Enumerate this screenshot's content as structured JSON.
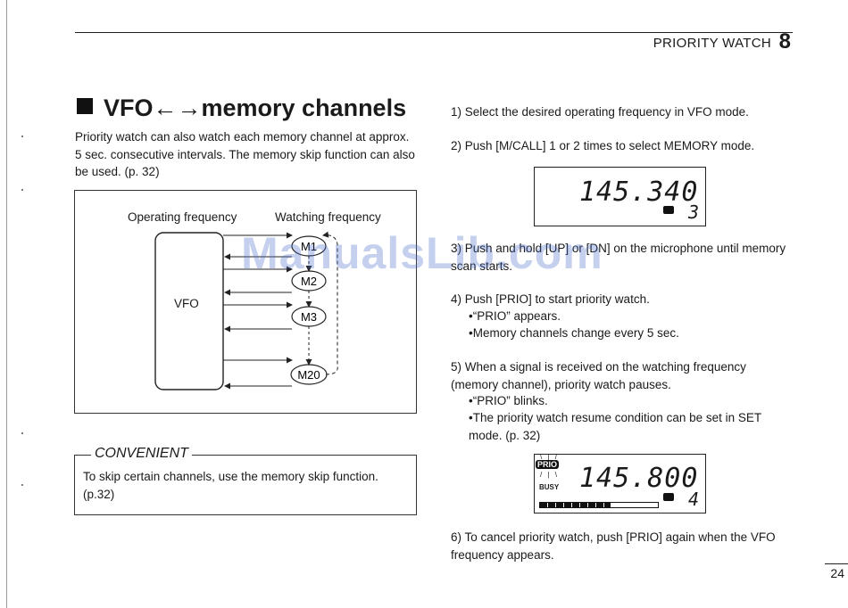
{
  "header": {
    "title": "PRIORITY WATCH",
    "chapter": "8"
  },
  "section": {
    "title": "VFO←→memory channels"
  },
  "intro": "Priority watch can also watch each memory channel at approx. 5 sec. consecutive intervals. The memory skip function can also be used. (p. 32)",
  "figure": {
    "operating_label": "Operating frequency",
    "watching_label": "Watching frequency",
    "vfo_label": "VFO",
    "channels": [
      "M1",
      "M2",
      "M3",
      "M20"
    ]
  },
  "convenient": {
    "title": "CONVENIENT",
    "text": "To skip certain channels, use the memory skip function. (p.32)"
  },
  "steps": {
    "s1": "1) Select the desired operating frequency in VFO mode.",
    "s2": "2) Push [M/CALL] 1 or 2 times to select MEMORY mode.",
    "s3": "3) Push and hold [UP] or [DN] on the microphone until memory scan starts.",
    "s4": "4) Push [PRIO] to start priority watch.",
    "s4a": "•“PRIO” appears.",
    "s4b": "•Memory channels change every 5 sec.",
    "s5": "5) When a signal is received on the watching frequency (memory channel), priority watch pauses.",
    "s5a": "•“PRIO” blinks.",
    "s5b": "•The priority watch resume condition can be set in SET mode. (p. 32)",
    "s6": "6) To cancel priority watch, push [PRIO] again when the VFO frequency appears."
  },
  "lcd1": {
    "frequency": "145.340",
    "channel": "3"
  },
  "lcd2": {
    "frequency": "145.800",
    "channel": "4",
    "prio": "PRIO",
    "busy": "BUSY",
    "meter_level": 0.6
  },
  "watermark": "ManualsLib.com",
  "page_number": "24"
}
